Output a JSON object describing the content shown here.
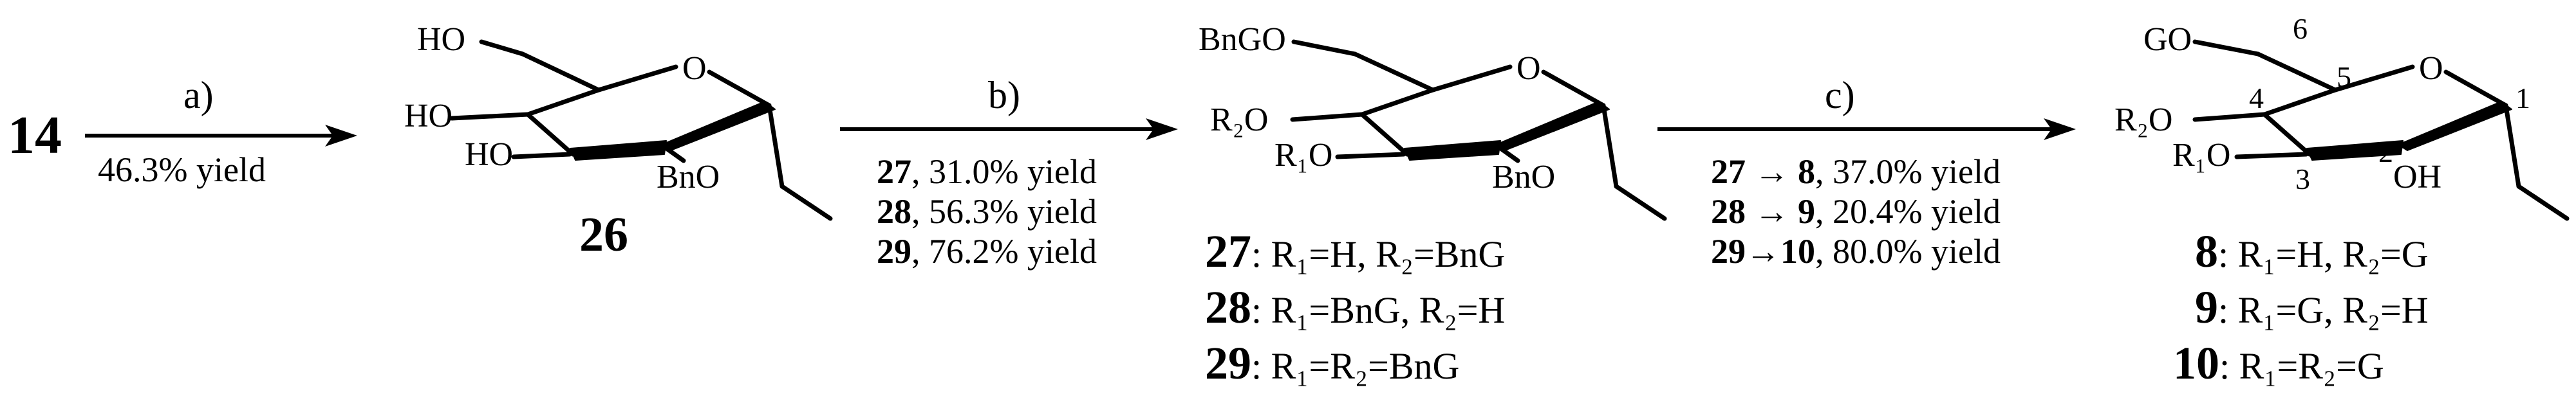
{
  "start_compound": "14",
  "steps": [
    {
      "label": "a)",
      "lines": [
        {
          "prefix": "",
          "text": "46.3% yield"
        }
      ]
    },
    {
      "label": "b)",
      "lines": [
        {
          "prefix": "27",
          "text": ", 31.0% yield"
        },
        {
          "prefix": "28",
          "text": ", 56.3% yield"
        },
        {
          "prefix": "29",
          "text": ", 76.2% yield"
        }
      ]
    },
    {
      "label": "c)",
      "lines": [
        {
          "prefix": "27 → 8",
          "text": ", 37.0% yield"
        },
        {
          "prefix": "28 → 9",
          "text": ", 20.4% yield"
        },
        {
          "prefix": "29→10",
          "text": ", 80.0% yield"
        }
      ]
    }
  ],
  "structures": [
    {
      "compound_label": "26",
      "atom_labels": [
        "HO",
        "O",
        "HO",
        "HO",
        "BnO"
      ]
    },
    {
      "atom_labels": [
        "BnGO",
        "O",
        "R₂O",
        "R₁O",
        "BnO"
      ],
      "variants": [
        {
          "id": "27",
          "text": ": R₁=H, R₂=BnG"
        },
        {
          "id": "28",
          "text": ": R₁=BnG, R₂=H"
        },
        {
          "id": "29",
          "text": ": R₁=R₂=BnG"
        }
      ]
    },
    {
      "atom_labels": [
        "GO",
        "O",
        "R₂O",
        "R₁O",
        "OH"
      ],
      "numbering": [
        "6",
        "5",
        "4",
        "3",
        "2",
        "1"
      ],
      "variants": [
        {
          "id": "8",
          "text": ": R₁=H, R₂=G"
        },
        {
          "id": "9",
          "text": ": R₁=G, R₂=H"
        },
        {
          "id": "10",
          "text": ": R₁=R₂=G"
        }
      ]
    }
  ]
}
